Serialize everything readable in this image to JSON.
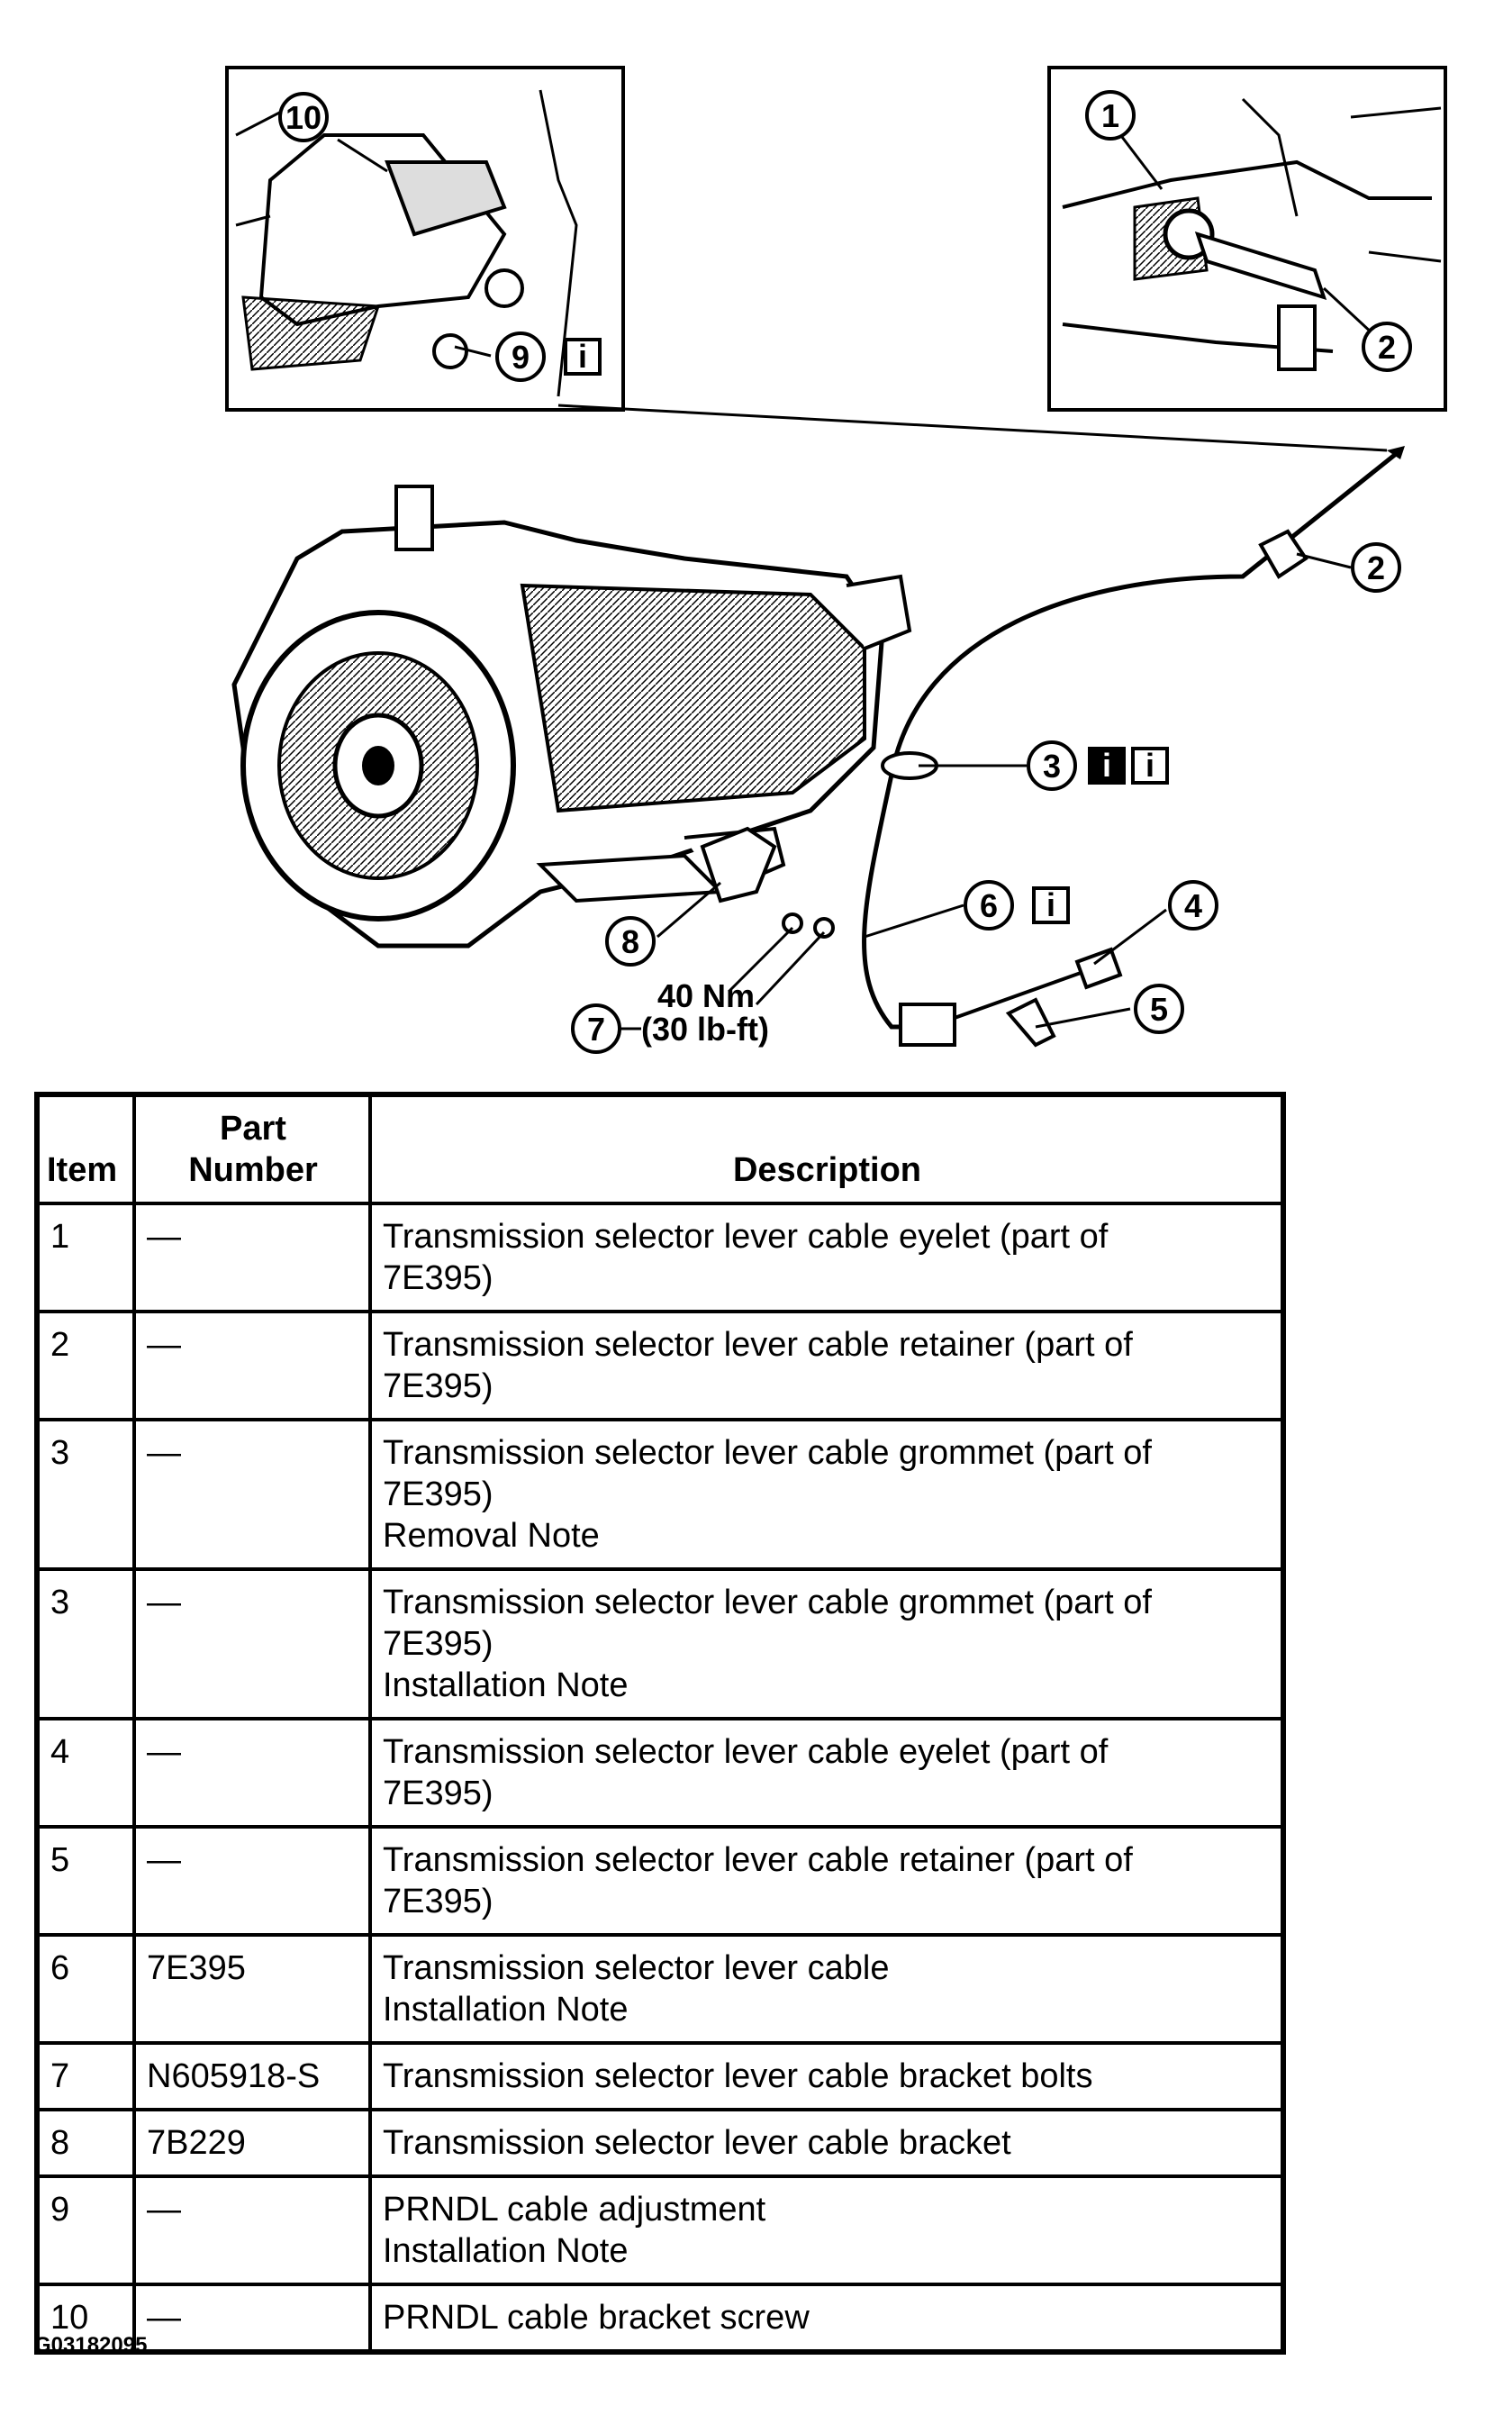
{
  "callouts": {
    "c1": "1",
    "c2_inset": "2",
    "c2": "2",
    "c3": "3",
    "c4": "4",
    "c5": "5",
    "c6": "6",
    "c7": "7",
    "c8": "8",
    "c9": "9",
    "c10": "10"
  },
  "info_icon_glyph": "i",
  "torque": {
    "metric": "40 Nm",
    "imperial": "(30 lb-ft)"
  },
  "table": {
    "headers": {
      "item": "Item",
      "part_number": "Part\nNumber",
      "description": "Description"
    },
    "rows": [
      {
        "item": "1",
        "part": "—",
        "desc": "Transmission selector lever cable eyelet (part of\n7E395)"
      },
      {
        "item": "2",
        "part": "—",
        "desc": "Transmission selector lever cable retainer (part of\n7E395)"
      },
      {
        "item": "3",
        "part": "—",
        "desc": "Transmission selector lever cable grommet (part of\n7E395)\nRemoval Note"
      },
      {
        "item": "3",
        "part": "—",
        "desc": "Transmission selector lever cable grommet (part of\n7E395)\nInstallation Note"
      },
      {
        "item": "4",
        "part": "—",
        "desc": "Transmission selector lever cable eyelet (part of\n7E395)"
      },
      {
        "item": "5",
        "part": "—",
        "desc": "Transmission selector lever cable retainer (part of\n7E395)"
      },
      {
        "item": "6",
        "part": "7E395",
        "desc": "Transmission selector lever cable\nInstallation Note"
      },
      {
        "item": "7",
        "part": "N605918-S",
        "desc": "Transmission selector lever cable bracket bolts"
      },
      {
        "item": "8",
        "part": "7B229",
        "desc": "Transmission selector lever cable bracket"
      },
      {
        "item": "9",
        "part": "—",
        "desc": "PRNDL cable adjustment\nInstallation Note"
      },
      {
        "item": "10",
        "part": "—",
        "desc": "PRNDL cable bracket screw"
      }
    ]
  },
  "figure_code": "G03182095"
}
